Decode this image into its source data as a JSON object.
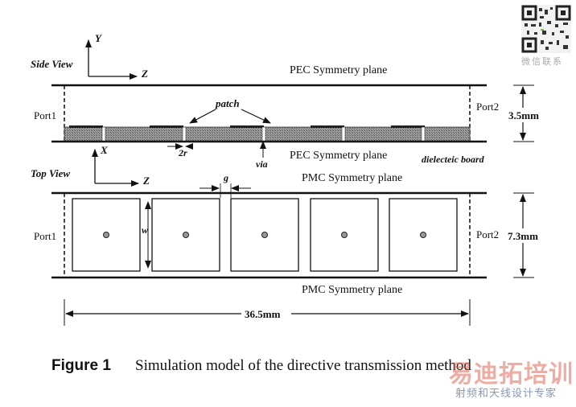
{
  "side_view": {
    "title": "Side View",
    "axis_y": "Y",
    "axis_z": "Z",
    "top_plane": "PEC Symmetry plane",
    "bottom_plane": "PEC Symmetry plane",
    "port1": "Port1",
    "port2": "Port2",
    "height": "3.5mm",
    "patch_label": "patch",
    "radius_label": "2r",
    "via_label": "via",
    "board_label": "dielecteic board"
  },
  "top_view": {
    "title": "Top View",
    "axis_x": "X",
    "axis_z": "Z",
    "top_plane": "PMC Symmetry plane",
    "bottom_plane": "PMC Symmetry plane",
    "port1": "Port1",
    "port2": "Port2",
    "height": "7.3mm",
    "gap_label": "g",
    "width_label": "w",
    "length": "36.5mm",
    "patch_count": 5
  },
  "caption": {
    "figure": "Figure 1",
    "text": "Simulation model of the directive transmission method"
  },
  "watermark": {
    "wechat": "微信联系",
    "brand": "易迪拓培训",
    "sub": "射频和天线设计专家"
  }
}
